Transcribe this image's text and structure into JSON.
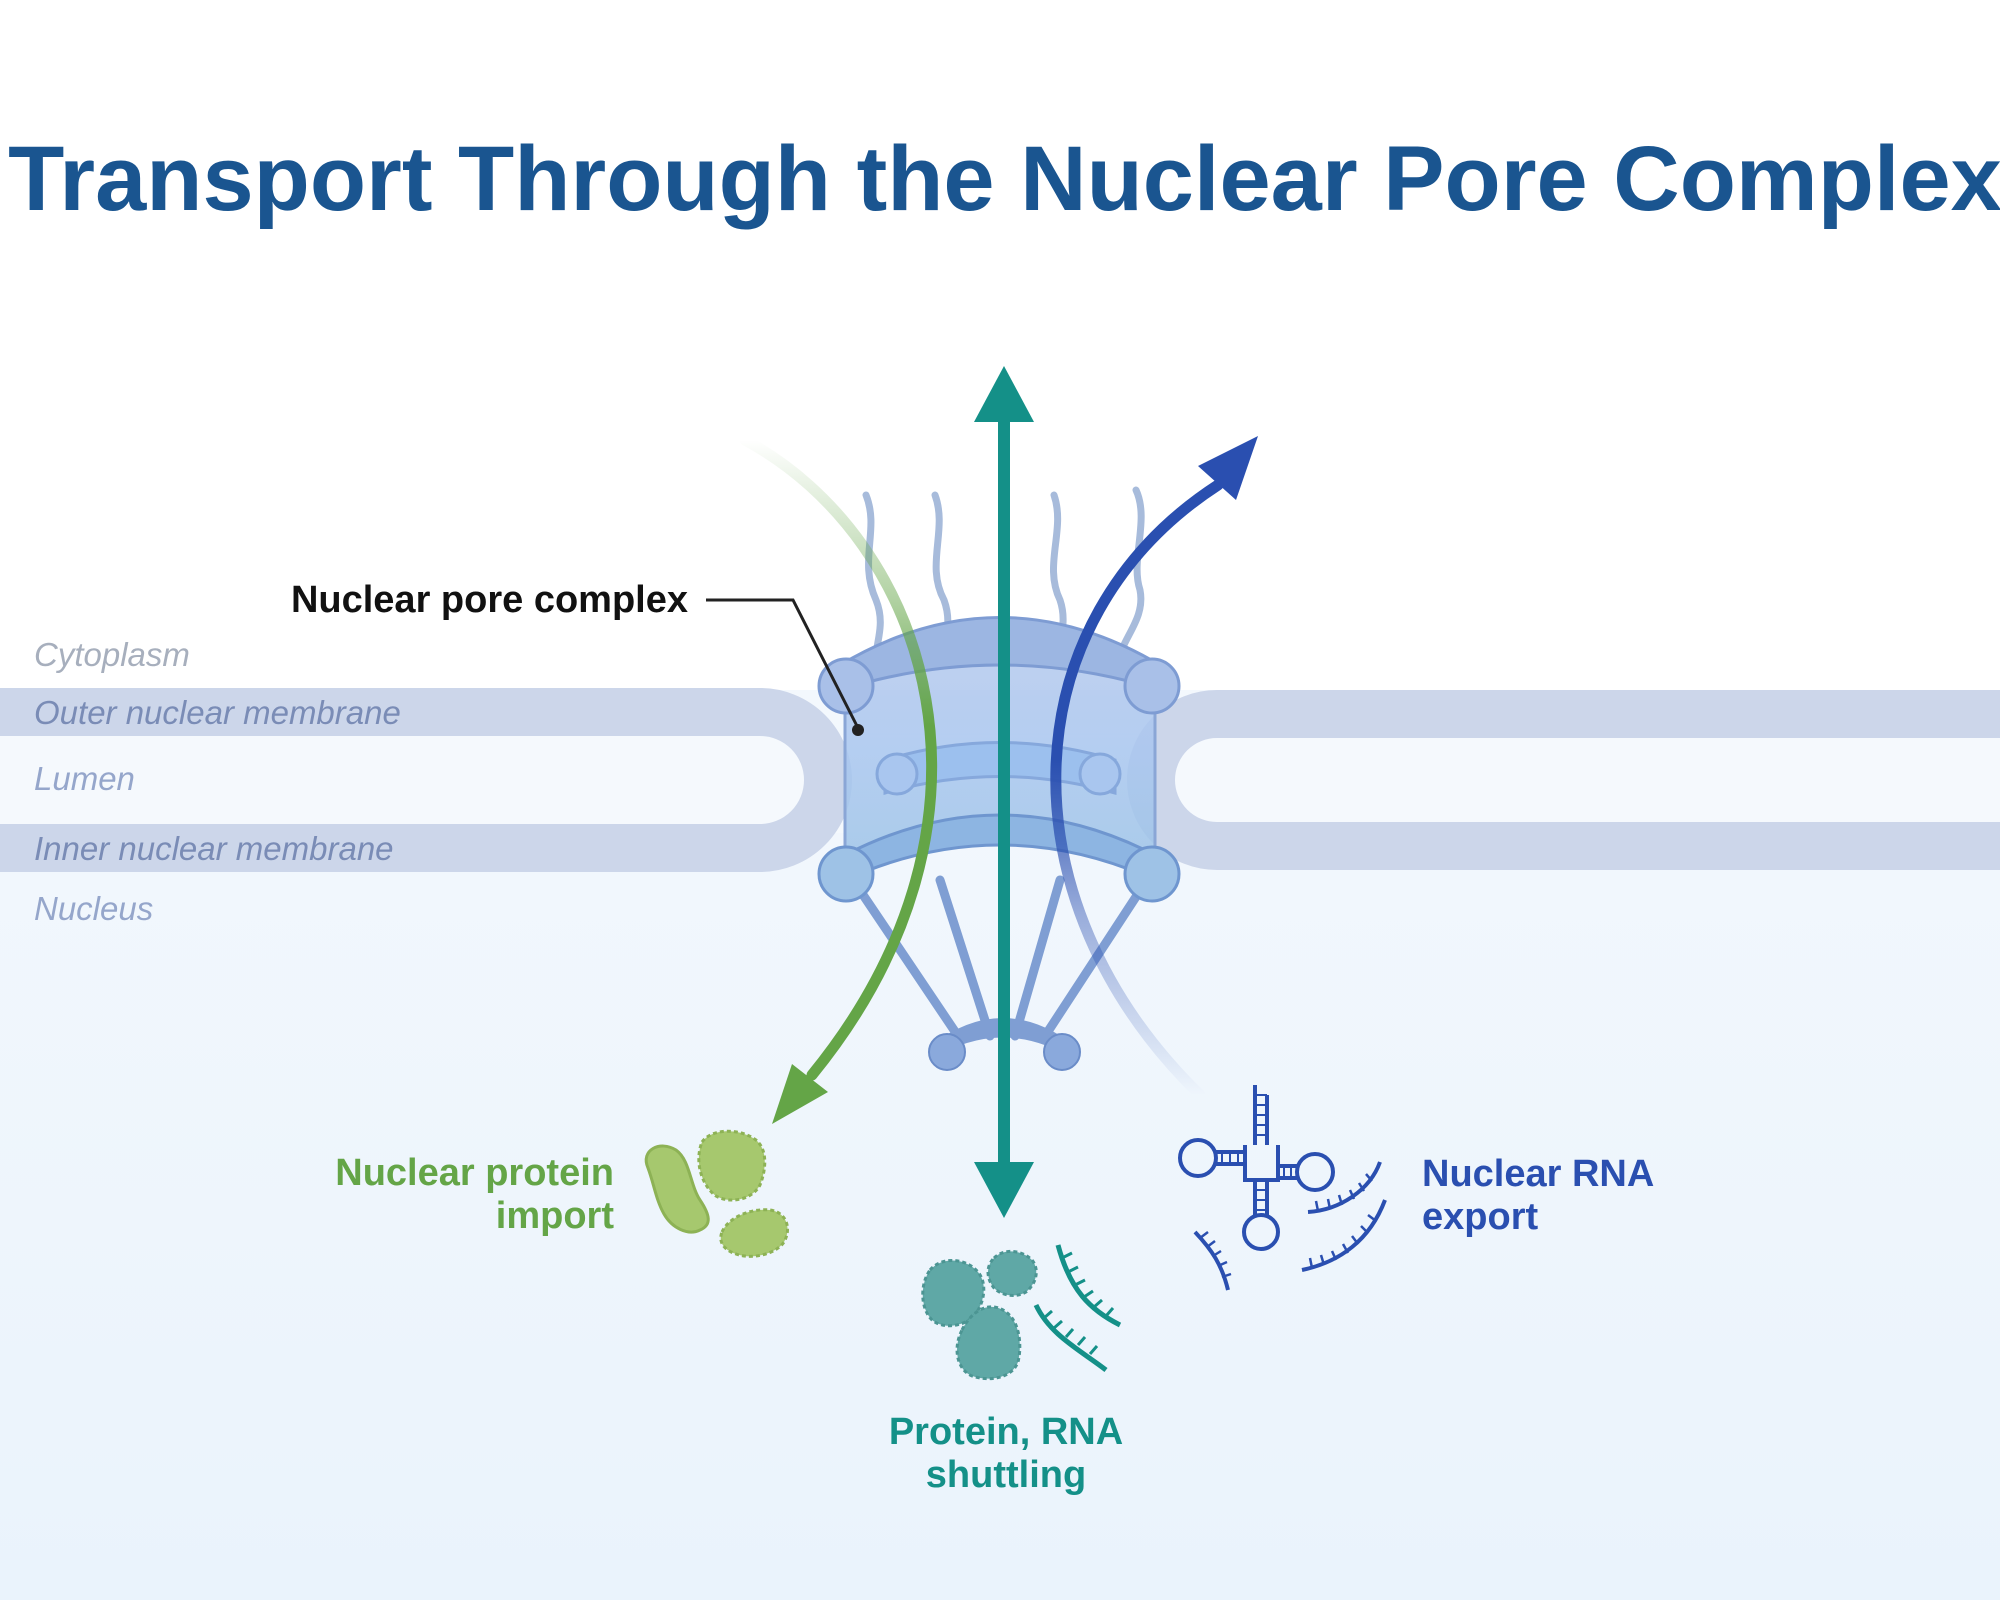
{
  "title": "Transport Through the Nuclear Pore Complex",
  "regions": {
    "cytoplasm": "Cytoplasm",
    "outer_membrane": "Outer nuclear membrane",
    "lumen": "Lumen",
    "inner_membrane": "Inner nuclear membrane",
    "nucleus": "Nucleus"
  },
  "callout": {
    "npc": "Nuclear pore complex"
  },
  "labels": {
    "import_line1": "Nuclear protein",
    "import_line2": "import",
    "shuttling_line1": "Protein, RNA",
    "shuttling_line2": "shuttling",
    "export_line1": "Nuclear RNA",
    "export_line2": "export"
  },
  "colors": {
    "title": "#1a5590",
    "import": "#64a547",
    "shuttling": "#149088",
    "export": "#2a4fb0",
    "membrane": "#ccd6ea",
    "nucleoplasm": "#eef5fd",
    "pore": "#8aa9dc"
  },
  "icons": {
    "import_cargo": "protein-blob-icon",
    "shuttling_cargo": "protein-rna-mix-icon",
    "export_cargo": "rna-strand-icon"
  }
}
